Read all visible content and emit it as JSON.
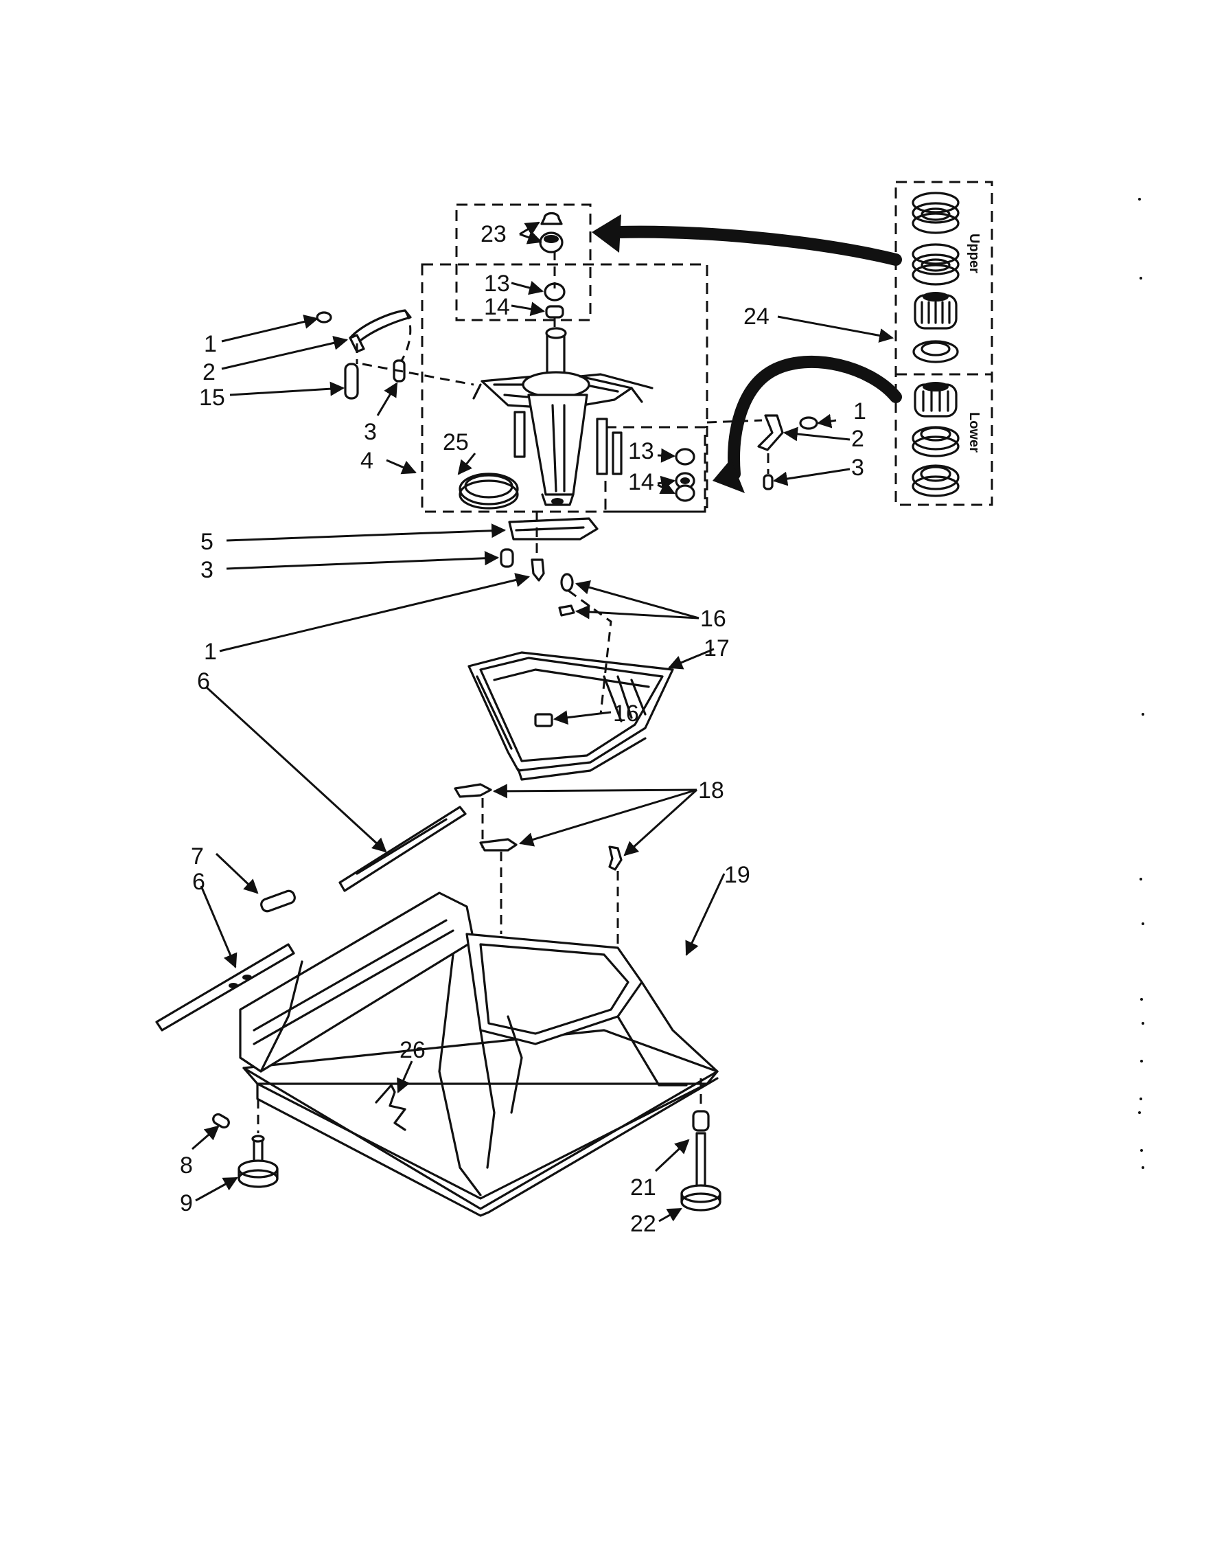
{
  "callouts": {
    "c1a": "1",
    "c2a": "2",
    "c15": "15",
    "c3a": "3",
    "c4": "4",
    "c23": "23",
    "c13a": "13",
    "c14a": "14",
    "c24": "24",
    "c25": "25",
    "c13b": "13",
    "c14b": "14",
    "c1b": "1",
    "c2b": "2",
    "c3b": "3",
    "c5": "5",
    "c3c": "3",
    "c1c": "1",
    "c16a": "16",
    "c17": "17",
    "c16b": "16",
    "c6a": "6",
    "c18": "18",
    "c19": "19",
    "c7": "7",
    "c6b": "6",
    "c26": "26",
    "c8": "8",
    "c9": "9",
    "c21": "21",
    "c22": "22"
  },
  "bearing_kit": {
    "upper_label": "Upper",
    "lower_label": "Lower"
  }
}
